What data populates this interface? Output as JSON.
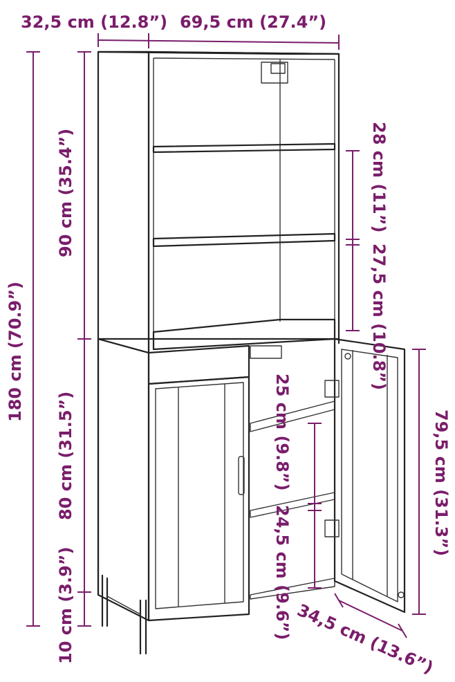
{
  "colors": {
    "dimension": "#7a1d6b",
    "outline": "#222222",
    "background": "#ffffff"
  },
  "labels": {
    "depth_top": "32,5 cm (12.8”)",
    "width_top": "69,5 cm (27.4”)",
    "height_total": "180 cm (70.9”)",
    "height_upper": "90 cm (35.4”)",
    "height_lower": "80 cm (31.5”)",
    "leg_height": "10 cm (3.9”)",
    "shelf_gap_1": "28 cm (11”)",
    "shelf_gap_2": "27,5 cm (10.8”)",
    "inner_gap_1": "25 cm (9.8”)",
    "inner_gap_2": "24,5 cm (9.6”)",
    "door_height": "79,5 cm (31.3”)",
    "door_width": "34,5 cm (13.6”)"
  }
}
